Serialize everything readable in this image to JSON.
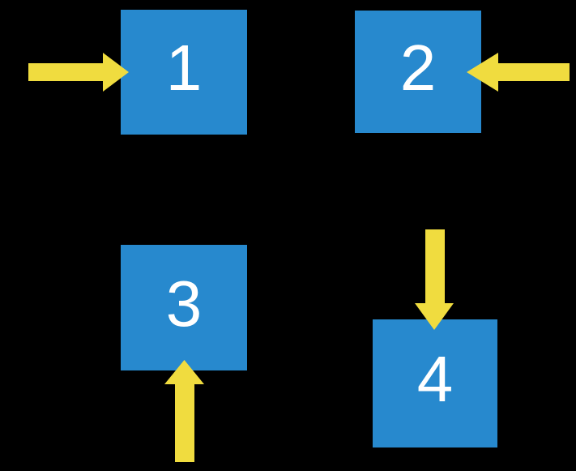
{
  "colors": {
    "background": "#000000",
    "box_fill": "#2789CE",
    "arrow_fill": "#F0DC3F",
    "label_text": "#FFFFFF"
  },
  "boxes": [
    {
      "label": "1",
      "arrow_direction": "right"
    },
    {
      "label": "2",
      "arrow_direction": "left"
    },
    {
      "label": "3",
      "arrow_direction": "up"
    },
    {
      "label": "4",
      "arrow_direction": "down"
    }
  ]
}
